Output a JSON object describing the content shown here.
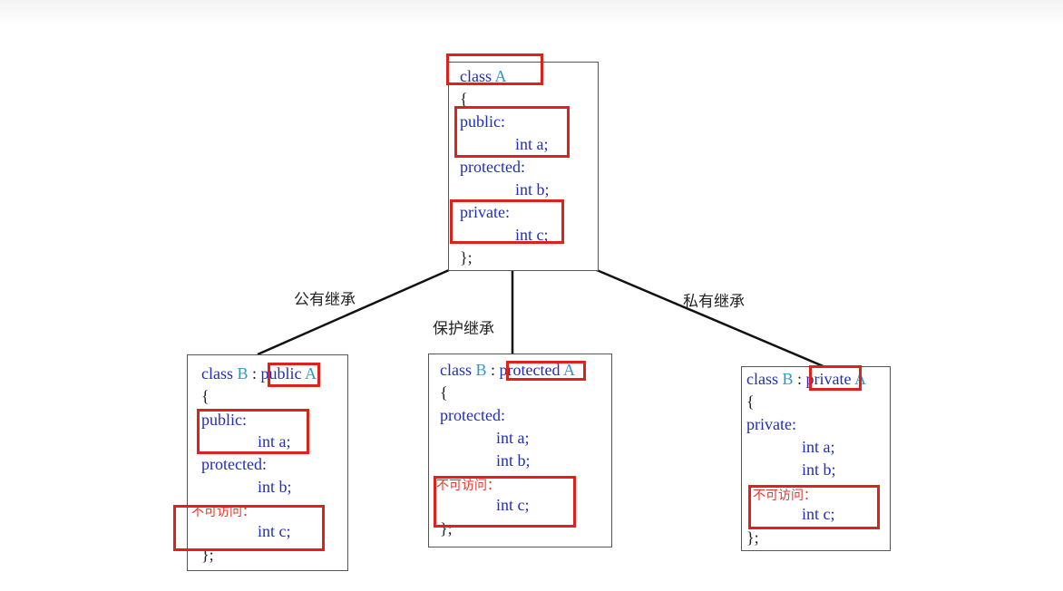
{
  "base_class": {
    "header_kw": "class",
    "header_name": "A",
    "open": "{",
    "public_label": "public:",
    "public_member": "int a;",
    "protected_label": "protected:",
    "protected_member": "int b;",
    "private_label": "private:",
    "private_member": "int c;",
    "close": "};"
  },
  "edges": {
    "public_label": "公有继承",
    "protected_label": "保护继承",
    "private_label": "私有继承"
  },
  "derived_public": {
    "header_kw": "class",
    "header_name": "B",
    "colon": ":",
    "access": "public",
    "base": "A",
    "open": "{",
    "sec1_label": "public:",
    "sec1_member": "int a;",
    "sec2_label": "protected:",
    "sec2_member": "int b;",
    "sec3_label": "不可访问：",
    "sec3_member": "int c;",
    "close": "};"
  },
  "derived_protected": {
    "header_kw": "class",
    "header_name": "B",
    "colon": ":",
    "access": "protected",
    "base": "A",
    "open": "{",
    "sec1_label": "protected:",
    "sec1_member_a": "int a;",
    "sec1_member_b": "int b;",
    "sec2_label": "不可访问：",
    "sec2_member": "int c;",
    "close": "};"
  },
  "derived_private": {
    "header_kw": "class",
    "header_name": "B",
    "colon": ":",
    "access": "private",
    "base": "A",
    "open": "{",
    "sec1_label": "private:",
    "sec1_member_a": "int a;",
    "sec1_member_b": "int b;",
    "sec2_label": "不可访问：",
    "sec2_member": "int c;",
    "close": "};"
  },
  "colors": {
    "keyword": "#1f2dbd",
    "class_name": "#2f96c8",
    "highlight": "#e0211b",
    "inaccessible": "#e8352a"
  }
}
